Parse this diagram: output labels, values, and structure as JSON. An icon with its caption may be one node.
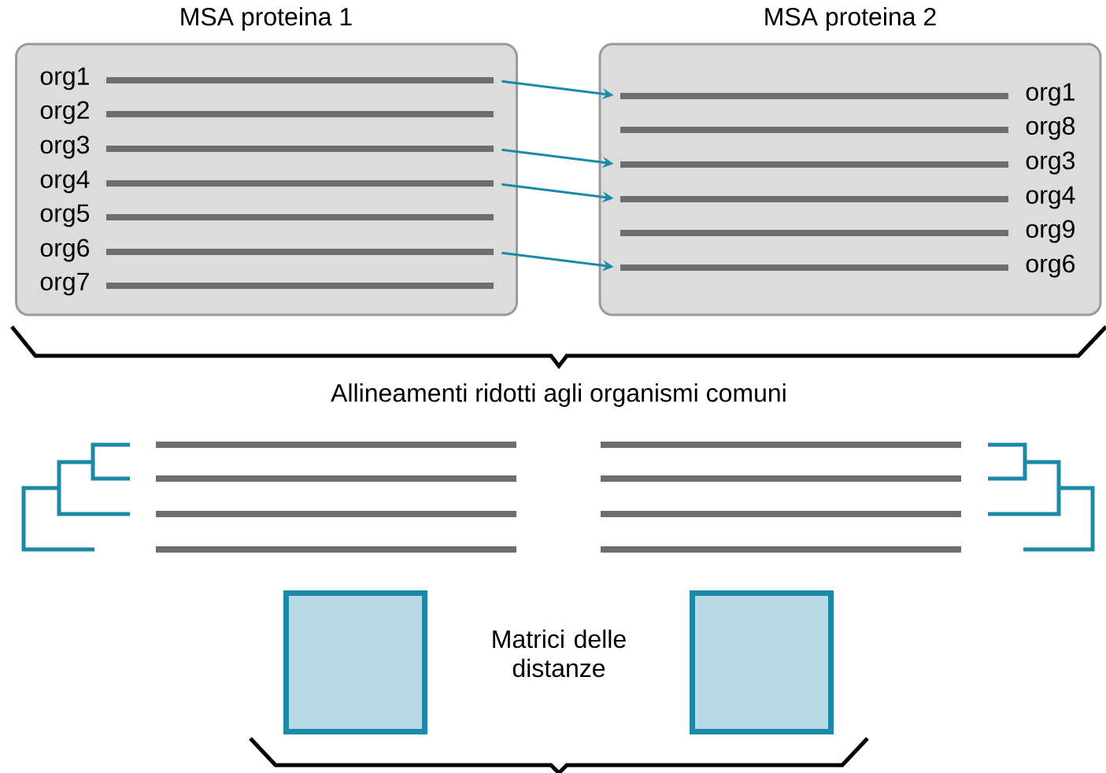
{
  "diagram": {
    "nodes": [
      {
        "text": [
          "MSA proteina 1"
        ]
      },
      {
        "text": [],
        "shape": "bar",
        "in": 0,
        "beside": [
          "org1"
        ]
      },
      {
        "text": [],
        "shape": "bar",
        "in": 0,
        "beside": [
          "org2"
        ]
      },
      {
        "text": [],
        "shape": "bar",
        "in": 0,
        "beside": [
          "org3"
        ]
      },
      {
        "text": [],
        "shape": "bar",
        "in": 0,
        "beside": [
          "org4"
        ]
      },
      {
        "text": [],
        "shape": "bar",
        "in": 0,
        "beside": [
          "org5"
        ]
      },
      {
        "text": [],
        "shape": "bar",
        "in": 0,
        "beside": [
          "org6"
        ]
      },
      {
        "text": [],
        "shape": "bar",
        "in": 0,
        "beside": [
          "org7"
        ]
      },
      {
        "text": [
          "MSA proteina 2"
        ]
      },
      {
        "text": [],
        "shape": "bar",
        "in": 8,
        "beside": [
          "org1"
        ]
      },
      {
        "text": [],
        "shape": "bar",
        "in": 8,
        "beside": [
          "org8"
        ]
      },
      {
        "text": [],
        "shape": "bar",
        "in": 8,
        "beside": [
          "org3"
        ]
      },
      {
        "text": [],
        "shape": "bar",
        "in": 8,
        "beside": [
          "org4"
        ]
      },
      {
        "text": [],
        "shape": "bar",
        "in": 8,
        "beside": [
          "org9"
        ]
      },
      {
        "text": [],
        "shape": "bar",
        "in": 8,
        "beside": [
          "org6"
        ]
      },
      {
        "text": [],
        "shape": "box"
      },
      {
        "text": [],
        "shape": "box"
      }
    ],
    "edges": [
      {
        "from": 1,
        "to": 9,
        "arrow": "to"
      },
      {
        "from": 3,
        "to": 11,
        "arrow": "to"
      },
      {
        "from": 4,
        "to": 12,
        "arrow": "to"
      },
      {
        "from": 6,
        "to": 14,
        "arrow": "to"
      }
    ],
    "labels": [
      "Allineamenti ridotti agli organismi comuni",
      "Matrici delle distanze"
    ]
  }
}
